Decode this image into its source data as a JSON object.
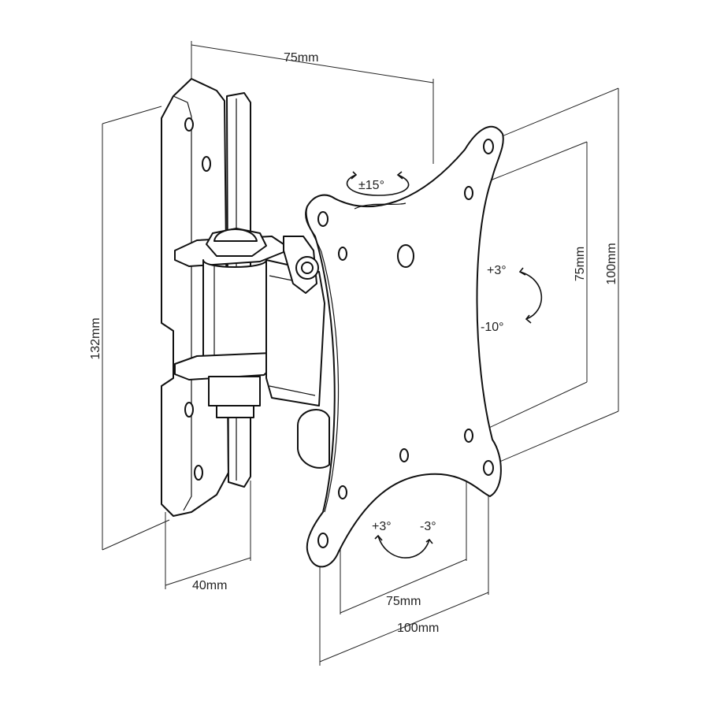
{
  "dimensions": {
    "top_width": "75mm",
    "wall_height": "132mm",
    "depth": "40mm",
    "vesa_inner_vertical": "75mm",
    "vesa_outer_vertical": "100mm",
    "vesa_inner_horizontal": "75mm",
    "vesa_outer_horizontal": "100mm"
  },
  "rotations": {
    "swivel": "±15°",
    "tilt_up": "+3°",
    "tilt_down": "-10°",
    "level_left": "+3°",
    "level_right": "-3°"
  },
  "colors": {
    "line": "#111111",
    "background": "#ffffff"
  }
}
